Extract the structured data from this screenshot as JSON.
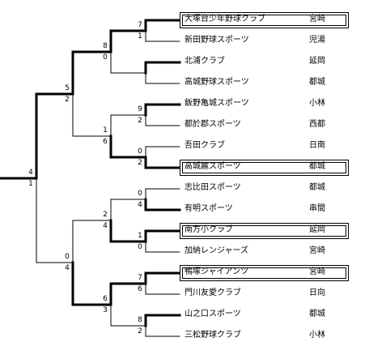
{
  "teams": [
    {
      "name": "大塚台少年野球クラブ",
      "region": "宮崎",
      "boxed": true
    },
    {
      "name": "新田野球スポーツ",
      "region": "児湯",
      "boxed": false
    },
    {
      "name": "北浦クラブ",
      "region": "延岡",
      "boxed": false
    },
    {
      "name": "高城野球スポーツ",
      "region": "都城",
      "boxed": false
    },
    {
      "name": "飯野亀城スポーツ",
      "region": "小林",
      "boxed": false
    },
    {
      "name": "都於郡スポーツ",
      "region": "西都",
      "boxed": false
    },
    {
      "name": "吾田クラブ",
      "region": "日南",
      "boxed": false
    },
    {
      "name": "高城麓スポーツ",
      "region": "都城",
      "boxed": true
    },
    {
      "name": "志比田スポーツ",
      "region": "都城",
      "boxed": false
    },
    {
      "name": "有明スポーツ",
      "region": "串間",
      "boxed": false
    },
    {
      "name": "南方小クラブ",
      "region": "延岡",
      "boxed": true
    },
    {
      "name": "加納レンジャーズ",
      "region": "宮崎",
      "boxed": false
    },
    {
      "name": "鴨塚ジャイアンツ",
      "region": "宮崎",
      "boxed": true
    },
    {
      "name": "門川友愛クラブ",
      "region": "日向",
      "boxed": false
    },
    {
      "name": "山之口スポーツ",
      "region": "都城",
      "boxed": false
    },
    {
      "name": "三松野球クラブ",
      "region": "小林",
      "boxed": false
    }
  ],
  "round1": [
    {
      "top": "7",
      "bottom": "1",
      "winner": "top"
    },
    {
      "top": "",
      "bottom": "",
      "winner": "top"
    },
    {
      "top": "9",
      "bottom": "2",
      "winner": "top"
    },
    {
      "top": "0",
      "bottom": "2",
      "winner": "bottom"
    },
    {
      "top": "0",
      "bottom": "4",
      "winner": "bottom"
    },
    {
      "top": "1",
      "bottom": "0",
      "winner": "top"
    },
    {
      "top": "7",
      "bottom": "6",
      "winner": "top"
    },
    {
      "top": "8",
      "bottom": "2",
      "winner": "top"
    }
  ],
  "round2": [
    {
      "top": "8",
      "bottom": "0",
      "winner": "top"
    },
    {
      "top": "1",
      "bottom": "6",
      "winner": "bottom"
    },
    {
      "top": "2",
      "bottom": "4",
      "winner": "bottom"
    },
    {
      "top": "6",
      "bottom": "3",
      "winner": "top"
    }
  ],
  "round3": [
    {
      "top": "5",
      "bottom": "2",
      "winner": "top"
    },
    {
      "top": "0",
      "bottom": "4",
      "winner": "bottom"
    }
  ],
  "final": {
    "top": "4",
    "bottom": "1"
  }
}
